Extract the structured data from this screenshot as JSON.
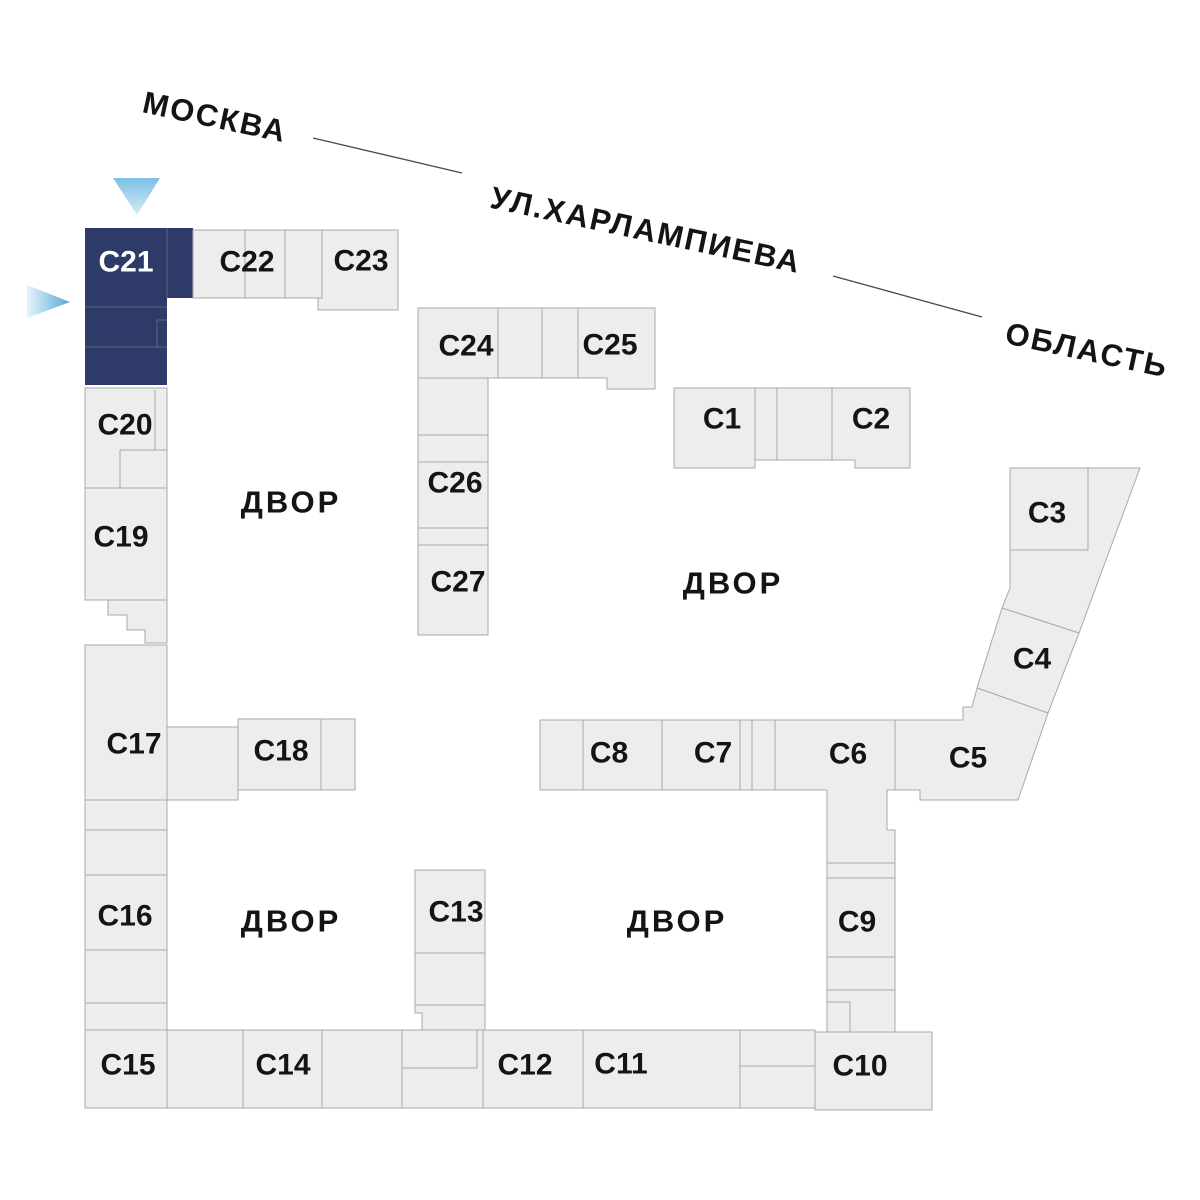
{
  "highlight": {
    "block": "С21",
    "color": "#2e3b69",
    "label_color": "#ffffff"
  },
  "palette": {
    "block_fill": "#ededed",
    "block_border": "#a9a9a9",
    "text": "#141414",
    "leader_line": "#4a4a4a",
    "arrow_tail_light": "#e6f4fb",
    "arrow_tip_dark": "#55a8d8",
    "arrow_top_dark": "#7fbfe4",
    "arrow_bottom_light": "#d4ecf8"
  },
  "labels": {
    "c1": "С1",
    "c2": "С2",
    "c3": "С3",
    "c4": "С4",
    "c5": "С5",
    "c6": "С6",
    "c7": "С7",
    "c8": "С8",
    "c9": "С9",
    "c10": "С10",
    "c11": "С11",
    "c12": "С12",
    "c13": "С13",
    "c14": "С14",
    "c15": "С15",
    "c16": "С16",
    "c17": "С17",
    "c18": "С18",
    "c19": "С19",
    "c20": "С20",
    "c21": "С21",
    "c22": "С22",
    "c23": "С23",
    "c24": "С24",
    "c25": "С25",
    "c26": "С26",
    "c27": "С27"
  },
  "courtyards": [
    "ДВОР",
    "ДВОР",
    "ДВОР",
    "ДВОР"
  ],
  "streets": {
    "moscow": "МОСКВА",
    "kharlampieva": "УЛ.ХАРЛАМПИЕВА",
    "oblast": "ОБЛАСТЬ"
  }
}
